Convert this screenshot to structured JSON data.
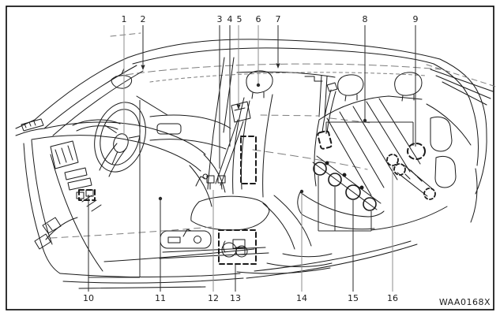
{
  "figure": {
    "watermark": "WAA0168X"
  },
  "callouts": [
    {
      "label": "1"
    },
    {
      "label": "2"
    },
    {
      "label": "3"
    },
    {
      "label": "4"
    },
    {
      "label": "5"
    },
    {
      "label": "6"
    },
    {
      "label": "7"
    },
    {
      "label": "8"
    },
    {
      "label": "9"
    },
    {
      "label": "10"
    },
    {
      "label": "11"
    },
    {
      "label": "12"
    },
    {
      "label": "13"
    },
    {
      "label": "14"
    },
    {
      "label": "15"
    },
    {
      "label": "16"
    }
  ]
}
